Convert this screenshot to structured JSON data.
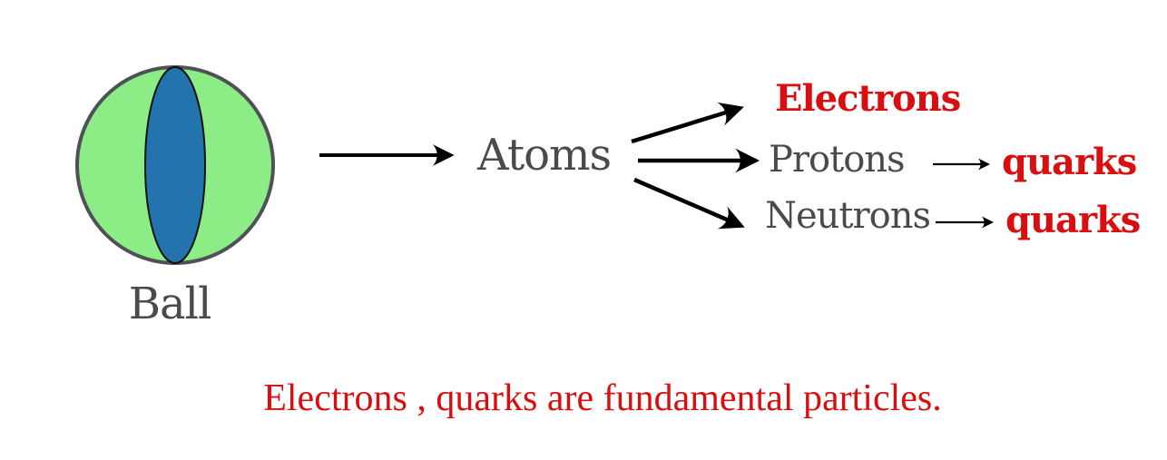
{
  "nodes": {
    "ball": {
      "label": "Ball"
    },
    "atoms": {
      "label": "Atoms"
    },
    "electrons": {
      "label": "Electrons"
    },
    "protons": {
      "label": "Protons"
    },
    "neutrons": {
      "label": "Neutrons"
    },
    "quarks_from_protons": {
      "label": "quarks"
    },
    "quarks_from_neutrons": {
      "label": "quarks"
    }
  },
  "caption": {
    "text": "Electrons , quarks are fundamental particles."
  },
  "relations": [
    {
      "from": "Ball",
      "to": "Atoms"
    },
    {
      "from": "Atoms",
      "to": "Electrons"
    },
    {
      "from": "Atoms",
      "to": "Protons"
    },
    {
      "from": "Atoms",
      "to": "Neutrons"
    },
    {
      "from": "Protons",
      "to": "quarks"
    },
    {
      "from": "Neutrons",
      "to": "quarks"
    }
  ],
  "colors": {
    "highlight_red": "#d80e10",
    "label_gray": "#474c47",
    "ball_green": "#8cec86",
    "core_blue": "#2273ae",
    "ball_outline": "#4f5058",
    "arrow_black": "#000000",
    "background": "#ffffff"
  }
}
